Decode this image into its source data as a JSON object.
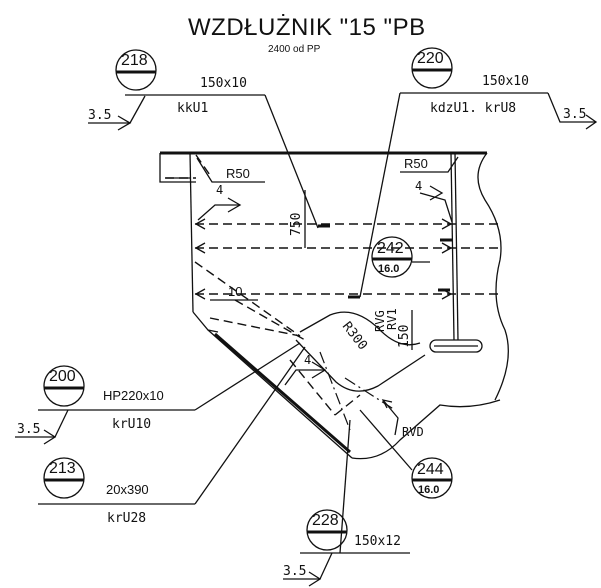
{
  "title": "WZDŁUŻNIK \"15 \"PB",
  "subtitle": "2400 od PP",
  "callouts": {
    "c218": {
      "number": "218",
      "weld": "3.5",
      "size": "150x10",
      "material": "kkU1"
    },
    "c220": {
      "number": "220",
      "weld": "3.5",
      "size": "150x10",
      "material": "kdzU1. krU8"
    },
    "c242": {
      "number": "242",
      "thickness": "16.0"
    },
    "c200": {
      "number": "200",
      "weld": "3.5",
      "size": "HP220x10",
      "material": "krU10"
    },
    "c213": {
      "number": "213",
      "size": "20x390",
      "material": "krU28"
    },
    "c244": {
      "number": "244",
      "thickness": "16.0"
    },
    "c228": {
      "number": "228",
      "weld": "3.5",
      "size": "150x12"
    }
  },
  "annotations": {
    "r50_left": "R50",
    "r50_right": "R50",
    "dim_750": "750",
    "dim_150": "150",
    "r300": "R300",
    "rvg": "RVG",
    "rv1": "RV1",
    "rvd": "RVD",
    "weld_4_left": "4",
    "weld_4_right": "4",
    "weld_4_bottom": "4",
    "weld_10": "10"
  }
}
